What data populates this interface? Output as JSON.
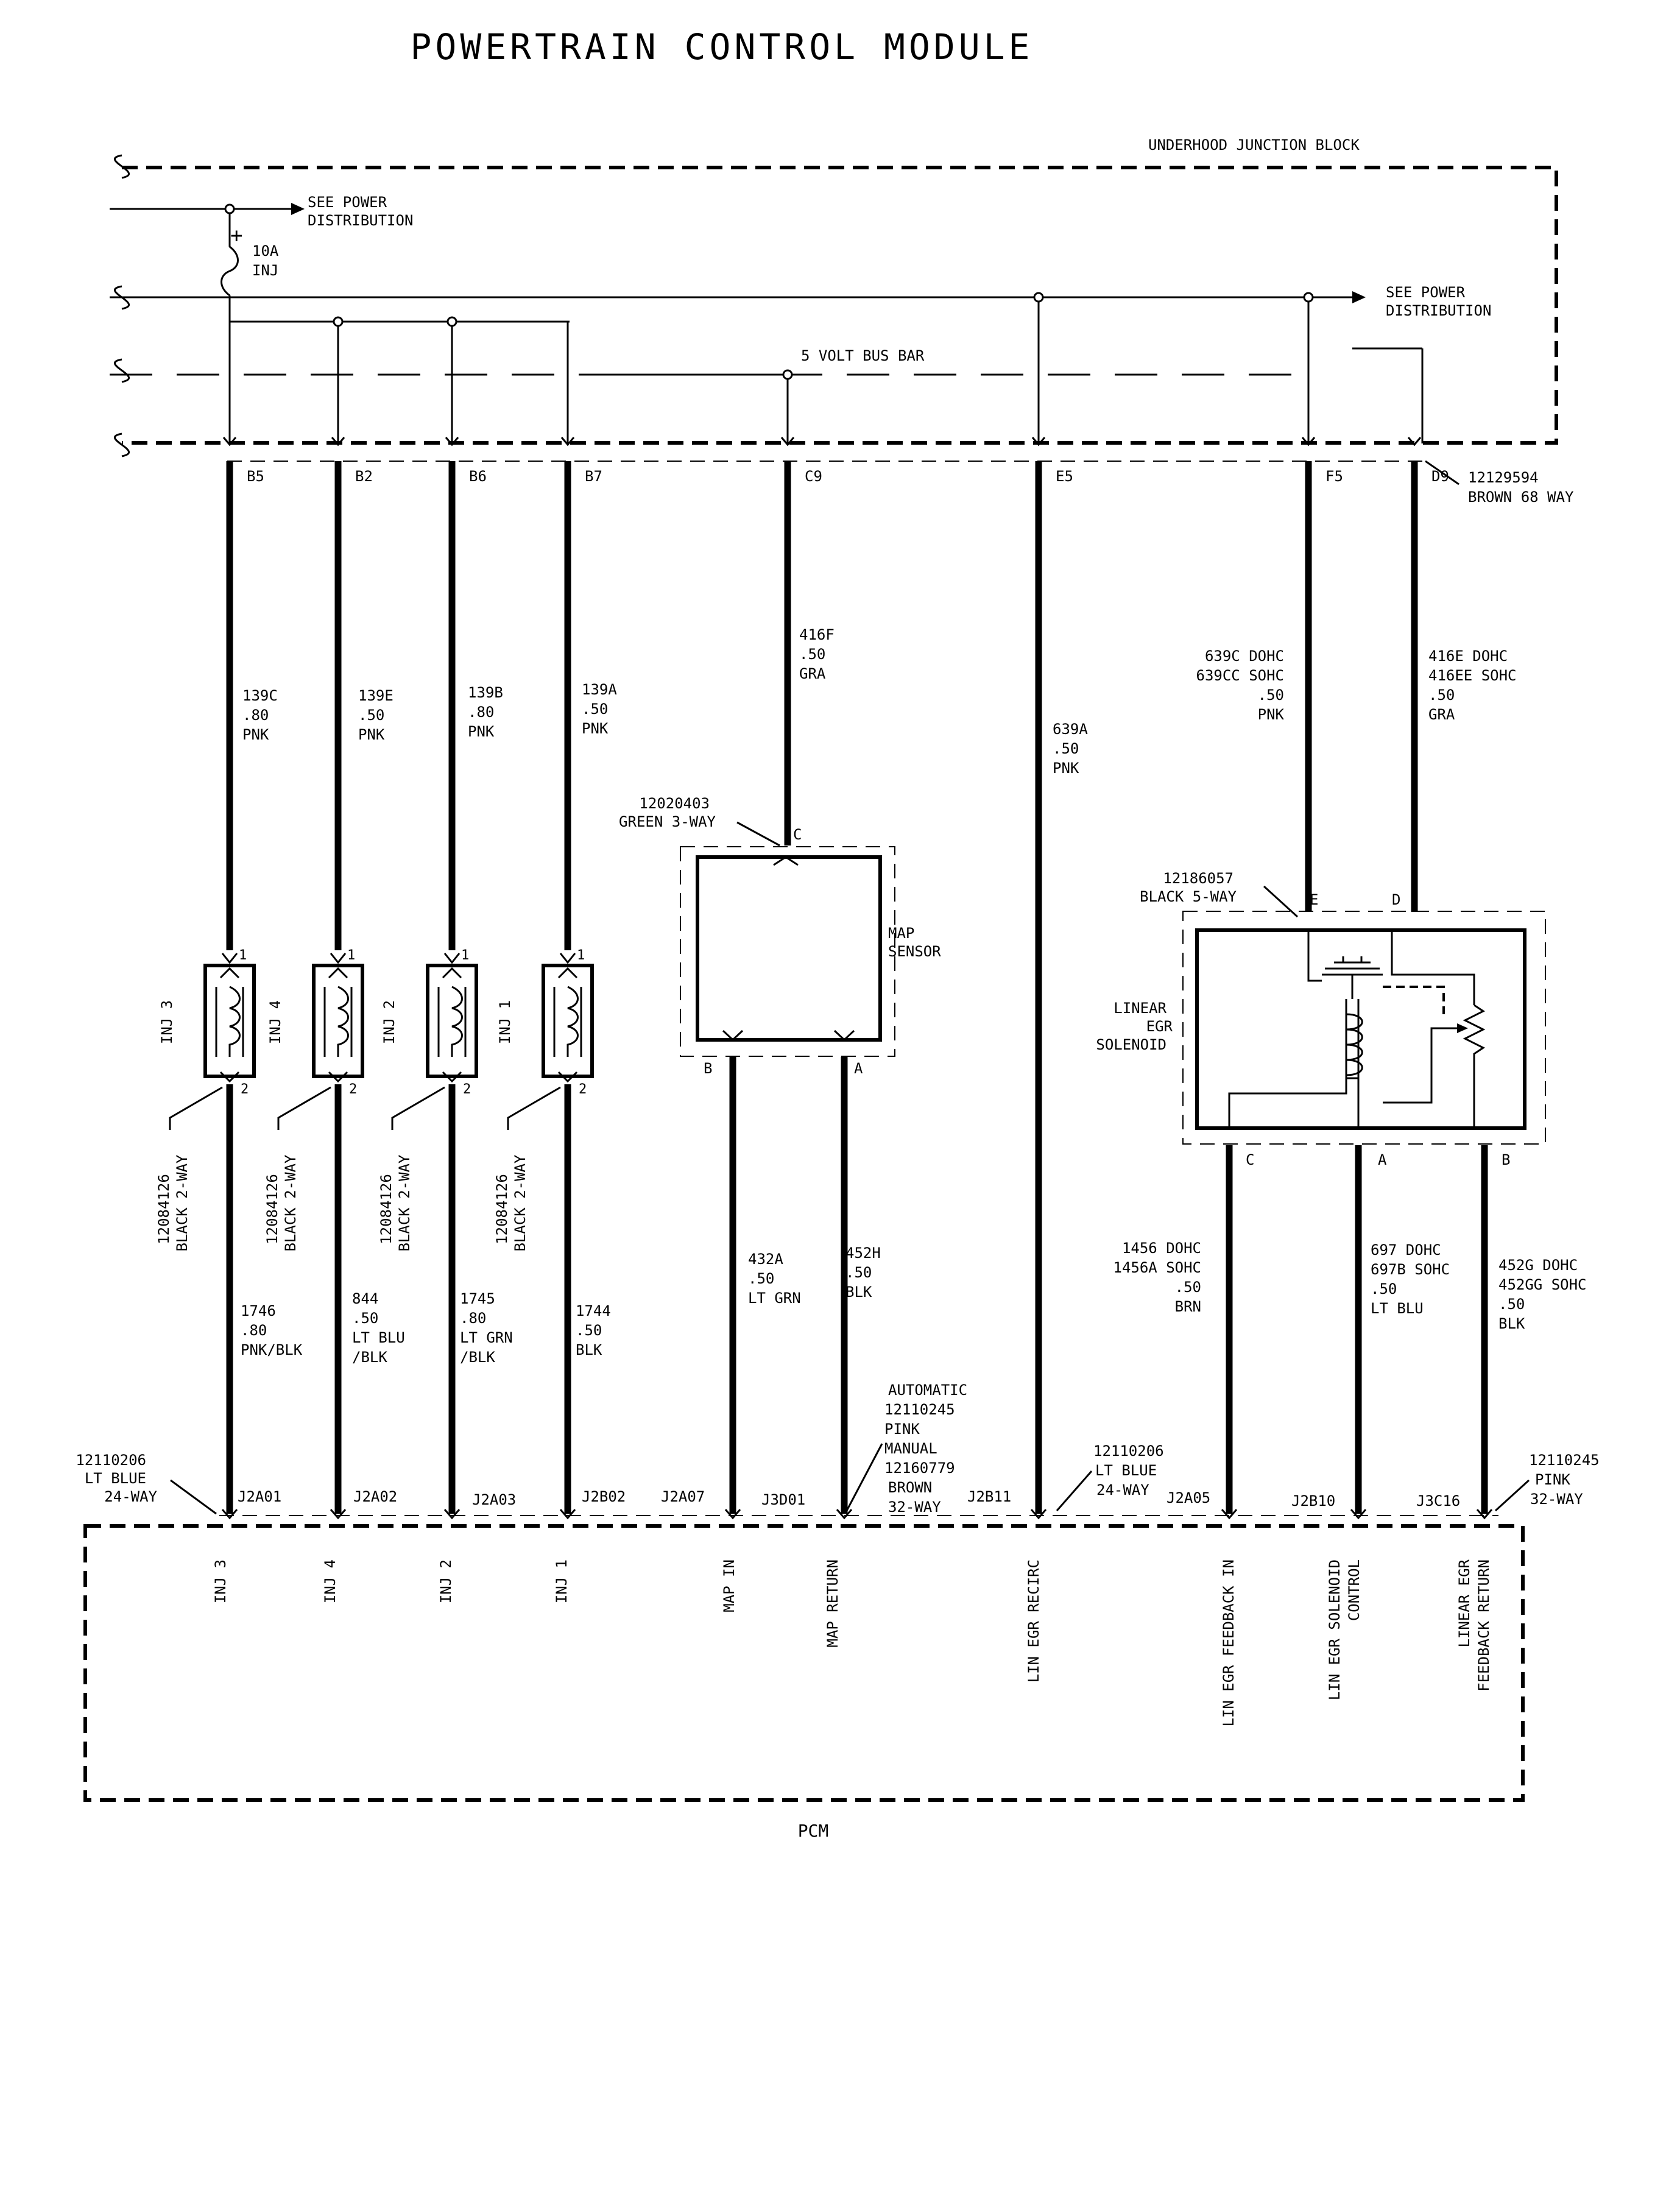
{
  "title": "POWERTRAIN CONTROL MODULE",
  "junction_block": {
    "label": "UNDERHOOD JUNCTION BLOCK",
    "see_power_1": [
      "SEE POWER",
      "DISTRIBUTION"
    ],
    "see_power_2": [
      "SEE POWER",
      "DISTRIBUTION"
    ],
    "fuse_plus": "+",
    "fuse_rating": "10A",
    "fuse_name": "INJ",
    "bus_bar": "5 VOLT BUS BAR"
  },
  "upper_connector": {
    "part": "12129594",
    "desc": "BROWN 68 WAY",
    "pins": [
      "B5",
      "B2",
      "B6",
      "B7",
      "C9",
      "E5",
      "F5",
      "D9"
    ]
  },
  "upper_wires": [
    [
      "139C",
      ".80",
      "PNK"
    ],
    [
      "139E",
      ".50",
      "PNK"
    ],
    [
      "139B",
      ".80",
      "PNK"
    ],
    [
      "139A",
      ".50",
      "PNK"
    ],
    [
      "416F",
      ".50",
      "GRA"
    ],
    [
      "639A",
      ".50",
      "PNK"
    ],
    [
      "639C DOHC",
      "639CC SOHC",
      ".50",
      "PNK"
    ],
    [
      "416E DOHC",
      "416EE SOHC",
      ".50",
      "GRA"
    ]
  ],
  "injectors": [
    {
      "name": "INJ 3",
      "pin_top": "1",
      "pin_bottom": "2"
    },
    {
      "name": "INJ 4",
      "pin_top": "1",
      "pin_bottom": "2"
    },
    {
      "name": "INJ 2",
      "pin_top": "1",
      "pin_bottom": "2"
    },
    {
      "name": "INJ 1",
      "pin_top": "1",
      "pin_bottom": "2"
    }
  ],
  "injector_connector": [
    "12084126",
    "BLACK 2-WAY"
  ],
  "map_sensor": {
    "connector": [
      "12020403",
      "GREEN 3-WAY"
    ],
    "label": [
      "MAP",
      "SENSOR"
    ],
    "pins": [
      "C",
      "B",
      "A"
    ]
  },
  "egr_solenoid": {
    "connector": [
      "12186057",
      "BLACK 5-WAY"
    ],
    "label": [
      "LINEAR",
      "EGR",
      "SOLENOID"
    ],
    "pins": [
      "E",
      "D",
      "C",
      "A",
      "B"
    ]
  },
  "lower_wires": [
    [
      "1746",
      ".80",
      "PNK/BLK"
    ],
    [
      "844",
      ".50",
      "LT BLU",
      "/BLK"
    ],
    [
      "1745",
      ".80",
      "LT GRN",
      "/BLK"
    ],
    [
      "1744",
      ".50",
      "BLK"
    ],
    [
      "432A",
      ".50",
      "LT GRN"
    ],
    [
      "452H",
      ".50",
      "BLK"
    ],
    [
      "1456 DOHC",
      "1456A SOHC",
      ".50",
      "BRN"
    ],
    [
      "697 DOHC",
      "697B SOHC",
      ".50",
      "LT BLU"
    ],
    [
      "452G DOHC",
      "452GG SOHC",
      ".50",
      "BLK"
    ]
  ],
  "pcm_connectors": {
    "left": [
      "12110206",
      "LT BLUE",
      "24-WAY"
    ],
    "middle_auto": [
      "AUTOMATIC",
      "12110245",
      "PINK",
      "MANUAL",
      "12160779",
      "BROWN",
      "32-WAY"
    ],
    "middle_right": [
      "12110206",
      "LT BLUE",
      "24-WAY"
    ],
    "right": [
      "12110245",
      "PINK",
      "32-WAY"
    ]
  },
  "pcm_pins": [
    "J2A01",
    "J2A02",
    "J2A03",
    "J2B02",
    "J2A07",
    "J3D01",
    "J2B11",
    "J2A05",
    "J2B10",
    "J3C16"
  ],
  "pcm_functions": [
    [
      "INJ 3"
    ],
    [
      "INJ 4"
    ],
    [
      "INJ 2"
    ],
    [
      "INJ 1"
    ],
    [
      "MAP IN"
    ],
    [
      "MAP RETURN"
    ],
    [
      "LIN EGR RECIRC"
    ],
    [
      "LIN EGR FEEDBACK IN"
    ],
    [
      "LIN EGR SOLENOID",
      "CONTROL"
    ],
    [
      "LINEAR EGR",
      "FEEDBACK RETURN"
    ]
  ],
  "pcm_label": "PCM"
}
